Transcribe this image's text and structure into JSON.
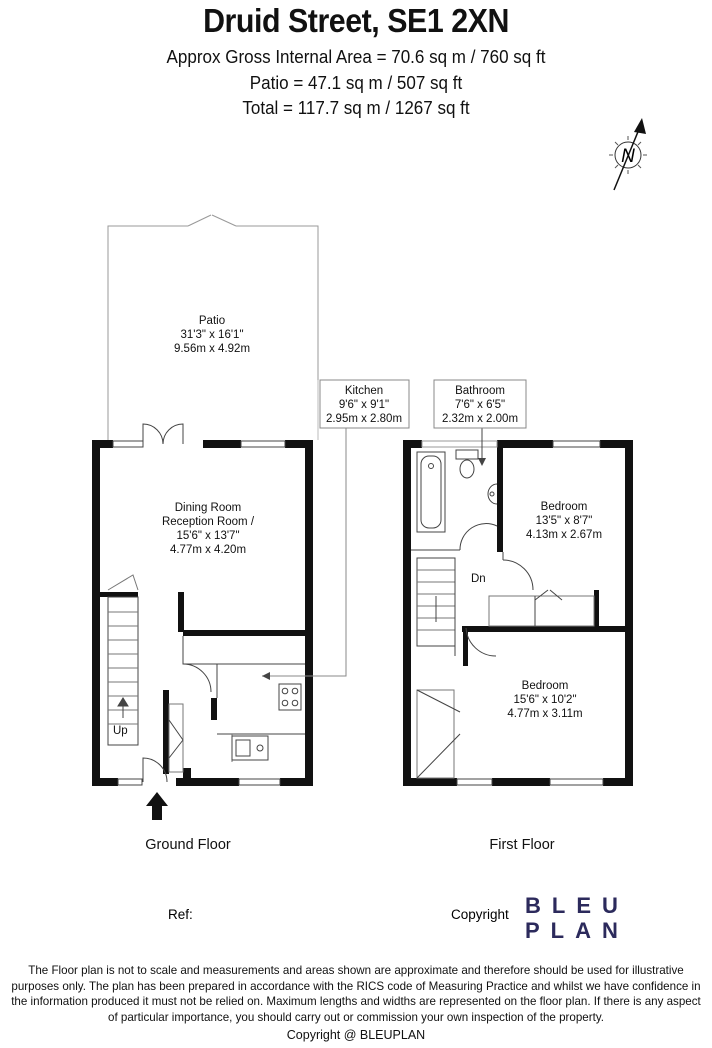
{
  "header": {
    "title": "Druid Street, SE1 2XN",
    "area_line": "Approx Gross Internal Area = 70.6 sq m / 760 sq ft",
    "patio_line": "Patio = 47.1 sq m / 507 sq ft",
    "total_line": "Total = 117.7 sq m / 1267 sq ft"
  },
  "compass": {
    "letter": "N",
    "icon": "north-arrow-icon"
  },
  "rooms": {
    "patio": {
      "name": "Patio",
      "imperial": "31'3\" x 16'1\"",
      "metric": "9.56m x 4.92m"
    },
    "kitchen": {
      "name": "Kitchen",
      "imperial": "9'6\" x 9'1\"",
      "metric": "2.95m x 2.80m"
    },
    "bathroom": {
      "name": "Bathroom",
      "imperial": "7'6\" x 6'5\"",
      "metric": "2.32m x 2.00m"
    },
    "dining": {
      "name1": "Dining Room",
      "name2": "Reception Room /",
      "imperial": "15'6\" x 13'7\"",
      "metric": "4.77m x 4.20m"
    },
    "bedroom1": {
      "name": "Bedroom",
      "imperial": "13'5\" x 8'7\"",
      "metric": "4.13m x 2.67m"
    },
    "bedroom2": {
      "name": "Bedroom",
      "imperial": "15'6\" x 10'2\"",
      "metric": "4.77m x 3.11m"
    }
  },
  "stairs": {
    "up": "Up",
    "down": "Dn"
  },
  "floors": {
    "ground": "Ground Floor",
    "first": "First Floor"
  },
  "meta": {
    "ref": "Ref:",
    "copyright": "Copyright"
  },
  "logo": {
    "line1": "BLEU",
    "line2": "PLAN",
    "color": "#2c2a5c"
  },
  "disclaimer": {
    "line1": "The Floor plan is not to scale and measurements and areas shown are approximate and therefore should be used for illustrative",
    "line2": "purposes only. The plan has been prepared in accordance with the RICS code of Measuring Practice and whilst we have confidence in",
    "line3": "the information produced it must not be relied on. Maximum lengths and widths are represented on the floor plan. If there is any aspect",
    "line4": "of particular importance, you should carry out or commission your own inspection of the property."
  },
  "footer": "Copyright @ BLEUPLAN"
}
